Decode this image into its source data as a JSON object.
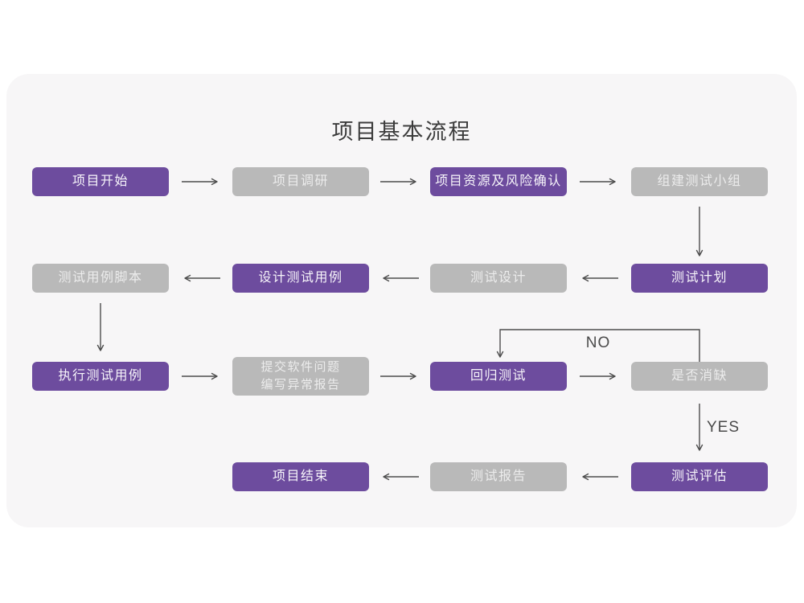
{
  "title": "项目基本流程",
  "labels": {
    "no": "NO",
    "yes": "YES"
  },
  "colors": {
    "node_purple": "#6d4c9e",
    "node_gray": "#b9b9b9",
    "card_background": "#f7f6f7",
    "page_background": "#ffffff",
    "connector_line": "#4d4d4d",
    "title_text": "#3c3c3c"
  },
  "nodes": {
    "start": {
      "label": "项目开始"
    },
    "research": {
      "label": "项目调研"
    },
    "risk": {
      "label": "项目资源及风险确认"
    },
    "team": {
      "label": "组建测试小组"
    },
    "plan": {
      "label": "测试计划"
    },
    "design": {
      "label": "测试设计"
    },
    "cases": {
      "label": "设计测试用例"
    },
    "script": {
      "label": "测试用例脚本"
    },
    "execute": {
      "label": "执行测试用例"
    },
    "submit": {
      "label": "提交软件问题\n编写异常报告"
    },
    "regression": {
      "label": "回归测试"
    },
    "defect": {
      "label": "是否消缺"
    },
    "evaluate": {
      "label": "测试评估"
    },
    "report": {
      "label": "测试报告"
    },
    "end": {
      "label": "项目结束"
    }
  }
}
